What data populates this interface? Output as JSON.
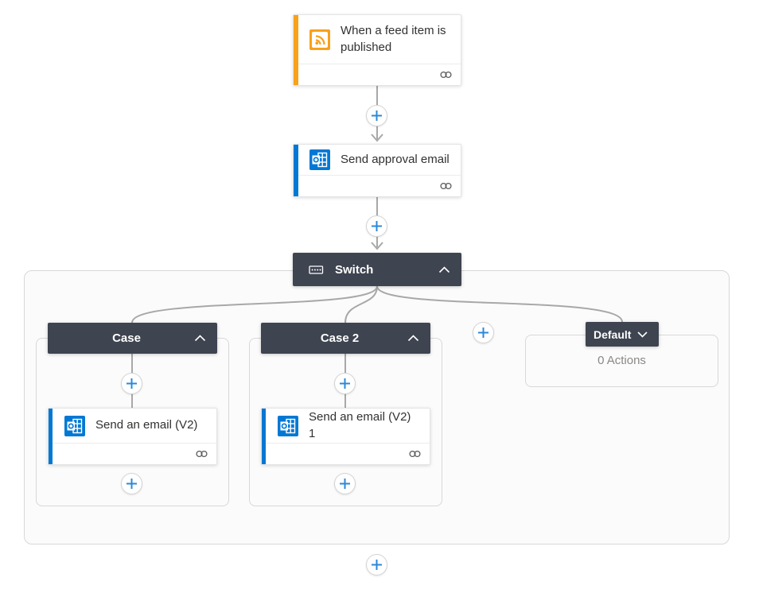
{
  "colors": {
    "accent_orange": "#f8a11b",
    "accent_blue": "#0078d4",
    "header_dark": "#3e4450",
    "connector_gray": "#a8a8a8",
    "plus_blue": "#2b88d8",
    "muted_text": "#8a8886",
    "title_text": "#323130"
  },
  "trigger": {
    "title": "When a feed item is published",
    "icon": "rss-icon"
  },
  "approval_action": {
    "title": "Send approval email",
    "icon": "outlook-icon"
  },
  "switch_control": {
    "label": "Switch",
    "icon": "switch-icon",
    "state": "expanded"
  },
  "cases": [
    {
      "label": "Case",
      "state": "expanded",
      "action": {
        "title": "Send an email (V2)",
        "icon": "outlook-icon"
      }
    },
    {
      "label": "Case 2",
      "state": "expanded",
      "action": {
        "title": "Send an email (V2) 1",
        "icon": "outlook-icon"
      }
    }
  ],
  "default_branch": {
    "label": "Default",
    "state": "collapsed",
    "body_text": "0 Actions"
  }
}
